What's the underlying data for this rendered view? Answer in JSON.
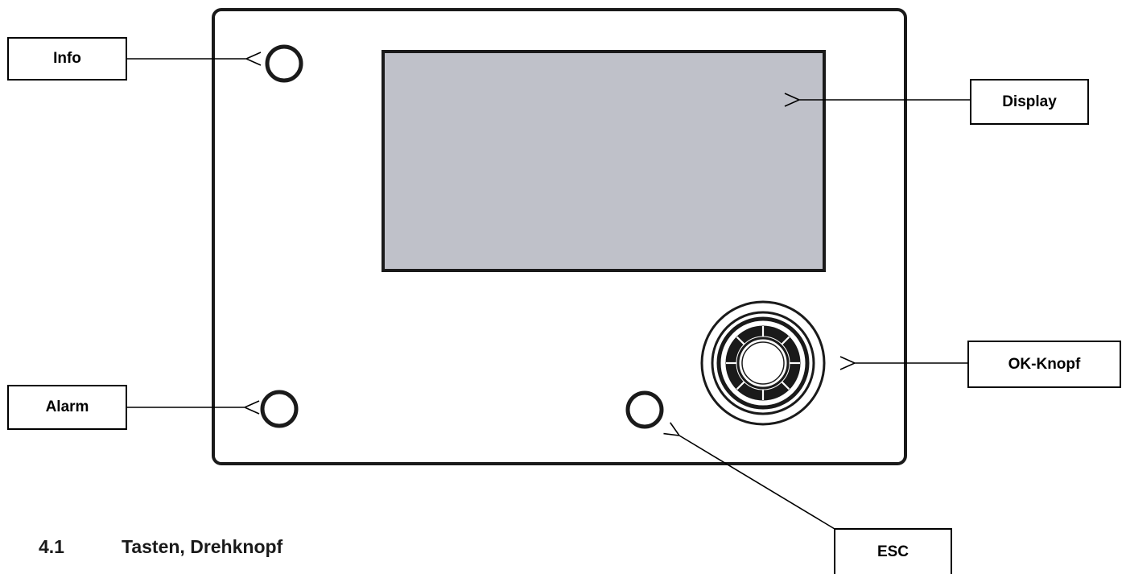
{
  "labels": {
    "info": "Info",
    "display": "Display",
    "ok_knob": "OK-Knopf",
    "alarm": "Alarm",
    "esc": "ESC"
  },
  "section": {
    "number": "4.1",
    "title": "Tasten, Drehknopf"
  },
  "colors": {
    "display_fill": "#bfc1c9",
    "outline": "#1a1a1a"
  }
}
